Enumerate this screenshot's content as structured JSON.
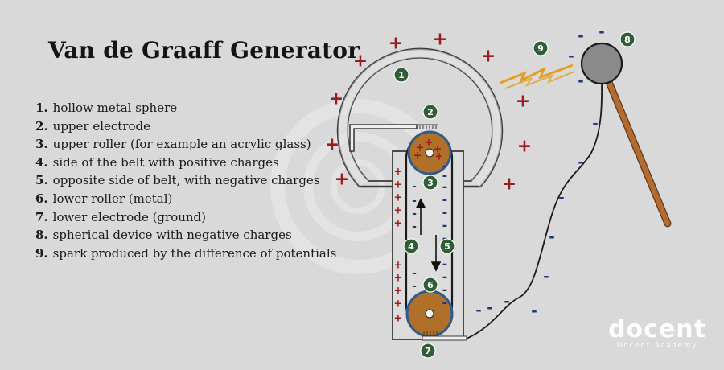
{
  "title": "Van de Graaff Generator",
  "legend": [
    {
      "num": "1.",
      "text": "hollow metal sphere"
    },
    {
      "num": "2.",
      "text": "upper electrode"
    },
    {
      "num": "3.",
      "text": "upper roller (for example an acrylic glass)"
    },
    {
      "num": "4.",
      "text": "side of the belt with positive charges"
    },
    {
      "num": "5.",
      "text": "opposite side of belt, with negative charges"
    },
    {
      "num": "6.",
      "text": "lower roller (metal)"
    },
    {
      "num": "7.",
      "text": "lower electrode (ground)"
    },
    {
      "num": "8.",
      "text": "spherical device with negative charges"
    },
    {
      "num": "9.",
      "text": "spark produced by the difference of potentials"
    }
  ],
  "markers": {
    "1": "1",
    "2": "2",
    "3": "3",
    "4": "4",
    "5": "5",
    "6": "6",
    "7": "7",
    "8": "8",
    "9": "9"
  },
  "charge": {
    "plus": "+",
    "minus": "-"
  },
  "brand": {
    "logo": "docent",
    "subtitle": "Docent Academy"
  },
  "colors": {
    "background": "#d9d9d9",
    "positive": "#9b1c1c",
    "negative": "#1f3a73",
    "marker": "#2f5e34",
    "roller": "#b0702a",
    "rod": "#b56a2e",
    "spark": "#e3a020"
  }
}
